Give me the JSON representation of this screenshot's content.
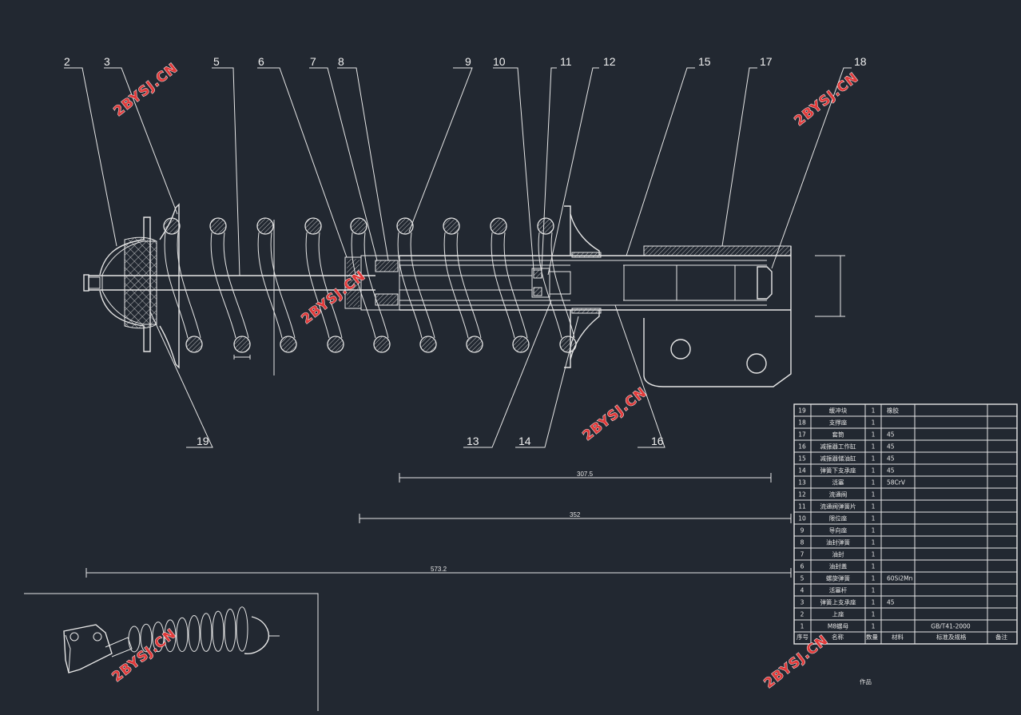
{
  "drawing": {
    "callouts": [
      {
        "id": "c2",
        "text": "2"
      },
      {
        "id": "c3",
        "text": "3"
      },
      {
        "id": "c5",
        "text": "5"
      },
      {
        "id": "c6",
        "text": "6"
      },
      {
        "id": "c7",
        "text": "7"
      },
      {
        "id": "c8",
        "text": "8"
      },
      {
        "id": "c9",
        "text": "9"
      },
      {
        "id": "c10",
        "text": "10"
      },
      {
        "id": "c11",
        "text": "11"
      },
      {
        "id": "c12",
        "text": "12"
      },
      {
        "id": "c15",
        "text": "15"
      },
      {
        "id": "c17",
        "text": "17"
      },
      {
        "id": "c18",
        "text": "18"
      },
      {
        "id": "c19",
        "text": "19"
      },
      {
        "id": "c13",
        "text": "13"
      },
      {
        "id": "c14",
        "text": "14"
      },
      {
        "id": "c16",
        "text": "16"
      }
    ],
    "dimensions": {
      "d1": "307.5",
      "d2": "352",
      "d3": "573.2"
    },
    "watermark": "2BYSJ.CN"
  },
  "bom": {
    "header": {
      "no": "序号",
      "name": "名称",
      "qty": "数量",
      "material": "材料",
      "standard": "标准及规格",
      "remark": "备注"
    },
    "rows": [
      {
        "no": "19",
        "name": "缓冲块",
        "qty": "1",
        "material": "橡胶",
        "standard": ""
      },
      {
        "no": "18",
        "name": "支撑座",
        "qty": "1",
        "material": "",
        "standard": ""
      },
      {
        "no": "17",
        "name": "套筒",
        "qty": "1",
        "material": "45",
        "standard": ""
      },
      {
        "no": "16",
        "name": "减振器工作缸",
        "qty": "1",
        "material": "45",
        "standard": ""
      },
      {
        "no": "15",
        "name": "减振器储油缸",
        "qty": "1",
        "material": "45",
        "standard": ""
      },
      {
        "no": "14",
        "name": "弹簧下支承座",
        "qty": "1",
        "material": "45",
        "standard": ""
      },
      {
        "no": "13",
        "name": "活塞",
        "qty": "1",
        "material": "58CrV",
        "standard": ""
      },
      {
        "no": "12",
        "name": "流通阀",
        "qty": "1",
        "material": "",
        "standard": ""
      },
      {
        "no": "11",
        "name": "流通阀弹簧片",
        "qty": "1",
        "material": "",
        "standard": ""
      },
      {
        "no": "10",
        "name": "限位座",
        "qty": "1",
        "material": "",
        "standard": ""
      },
      {
        "no": "9",
        "name": "导向座",
        "qty": "1",
        "material": "",
        "standard": ""
      },
      {
        "no": "8",
        "name": "油封弹簧",
        "qty": "1",
        "material": "",
        "standard": ""
      },
      {
        "no": "7",
        "name": "油封",
        "qty": "1",
        "material": "",
        "standard": ""
      },
      {
        "no": "6",
        "name": "油封盖",
        "qty": "1",
        "material": "",
        "standard": ""
      },
      {
        "no": "5",
        "name": "螺旋弹簧",
        "qty": "1",
        "material": "60Si2Mn",
        "standard": ""
      },
      {
        "no": "4",
        "name": "活塞杆",
        "qty": "1",
        "material": "",
        "standard": ""
      },
      {
        "no": "3",
        "name": "弹簧上支承座",
        "qty": "1",
        "material": "45",
        "standard": ""
      },
      {
        "no": "2",
        "name": "上座",
        "qty": "1",
        "material": "",
        "standard": ""
      },
      {
        "no": "1",
        "name": "M8螺母",
        "qty": "1",
        "material": "",
        "standard": "GB/T41-2000"
      }
    ],
    "footer_label": "作品"
  }
}
